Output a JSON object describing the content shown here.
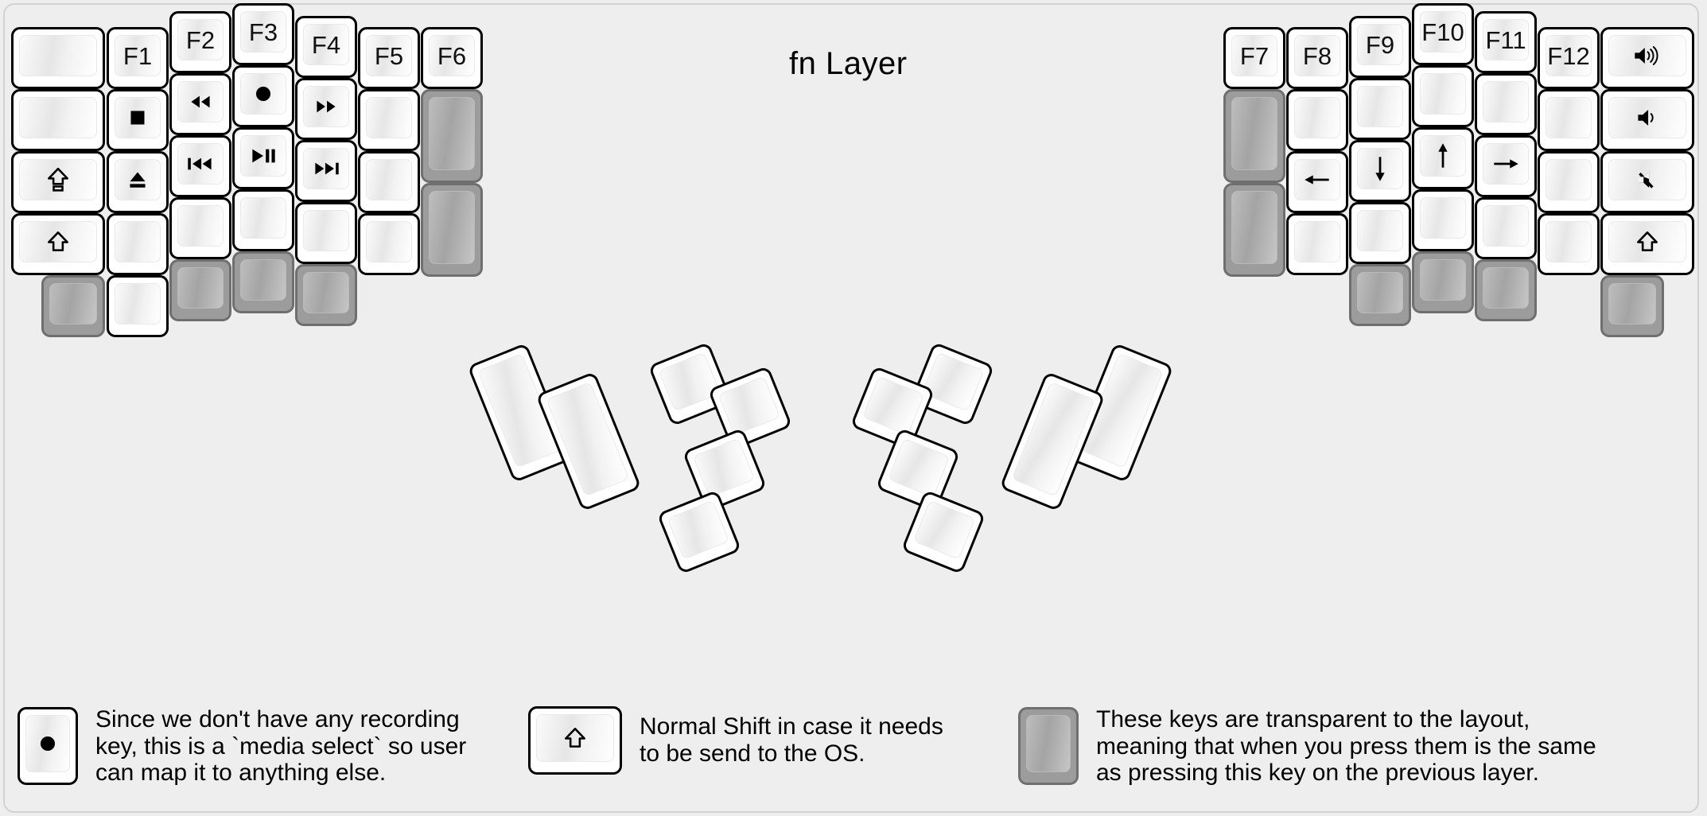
{
  "title": "fn Layer",
  "colors": {
    "background": "#eeeeee",
    "key_face": "#ffffff",
    "key_border": "#000000",
    "transparent_key": "#9c9c9c",
    "transparent_border": "#6f6f6f",
    "text": "#000000"
  },
  "left_half": {
    "columns": [
      {
        "name": "col-pinky-outer",
        "keys": [
          {
            "label": "",
            "icon": "",
            "type": "normal"
          },
          {
            "label": "",
            "icon": "",
            "type": "normal"
          },
          {
            "label": "",
            "icon": "caps-lock-icon",
            "type": "normal"
          },
          {
            "label": "",
            "icon": "shift-icon",
            "type": "normal"
          }
        ]
      },
      {
        "name": "col-pinky",
        "keys": [
          {
            "label": "F1",
            "icon": "",
            "type": "normal"
          },
          {
            "label": "",
            "icon": "media-stop-icon",
            "type": "normal"
          },
          {
            "label": "",
            "icon": "media-eject-icon",
            "type": "normal"
          },
          {
            "label": "",
            "icon": "",
            "type": "normal"
          },
          {
            "label": "",
            "icon": "",
            "type": "normal"
          }
        ],
        "extra_transparent_below_outer": true
      },
      {
        "name": "col-ring",
        "keys": [
          {
            "label": "F2",
            "icon": "",
            "type": "normal"
          },
          {
            "label": "",
            "icon": "media-rewind-icon",
            "type": "normal"
          },
          {
            "label": "",
            "icon": "media-previous-icon",
            "type": "normal"
          },
          {
            "label": "",
            "icon": "",
            "type": "normal"
          },
          {
            "label": "",
            "icon": "",
            "type": "transparent"
          }
        ]
      },
      {
        "name": "col-middle",
        "keys": [
          {
            "label": "F3",
            "icon": "",
            "type": "normal"
          },
          {
            "label": "",
            "icon": "media-record-icon",
            "type": "normal"
          },
          {
            "label": "",
            "icon": "media-play-pause-icon",
            "type": "normal"
          },
          {
            "label": "",
            "icon": "",
            "type": "normal"
          },
          {
            "label": "",
            "icon": "",
            "type": "transparent"
          }
        ]
      },
      {
        "name": "col-index",
        "keys": [
          {
            "label": "F4",
            "icon": "",
            "type": "normal"
          },
          {
            "label": "",
            "icon": "media-fast-forward-icon",
            "type": "normal"
          },
          {
            "label": "",
            "icon": "media-next-icon",
            "type": "normal"
          },
          {
            "label": "",
            "icon": "",
            "type": "normal"
          },
          {
            "label": "",
            "icon": "",
            "type": "transparent"
          }
        ]
      },
      {
        "name": "col-inner",
        "keys": [
          {
            "label": "F5",
            "icon": "",
            "type": "normal"
          },
          {
            "label": "",
            "icon": "",
            "type": "normal"
          },
          {
            "label": "",
            "icon": "",
            "type": "normal"
          },
          {
            "label": "",
            "icon": "",
            "type": "normal"
          }
        ]
      },
      {
        "name": "col-innermost",
        "keys": [
          {
            "label": "F6",
            "icon": "",
            "type": "normal"
          },
          {
            "label": "",
            "icon": "",
            "type": "transparent"
          },
          {
            "label": "",
            "icon": "",
            "type": "transparent"
          }
        ]
      }
    ],
    "thumb_cluster": [
      {
        "name": "thumb-l-1",
        "label": "",
        "icon": "",
        "type": "normal",
        "size": "2u"
      },
      {
        "name": "thumb-l-2",
        "label": "",
        "icon": "",
        "type": "normal",
        "size": "2u"
      },
      {
        "name": "thumb-l-3",
        "label": "",
        "icon": "",
        "type": "normal",
        "size": "1u"
      },
      {
        "name": "thumb-l-4",
        "label": "",
        "icon": "",
        "type": "normal",
        "size": "1u"
      },
      {
        "name": "thumb-l-5",
        "label": "",
        "icon": "",
        "type": "normal",
        "size": "1u"
      },
      {
        "name": "thumb-l-6",
        "label": "",
        "icon": "",
        "type": "normal",
        "size": "1u"
      }
    ]
  },
  "right_half": {
    "columns": [
      {
        "name": "col-innermost",
        "keys": [
          {
            "label": "F7",
            "icon": "",
            "type": "normal"
          },
          {
            "label": "",
            "icon": "",
            "type": "transparent"
          },
          {
            "label": "",
            "icon": "",
            "type": "transparent"
          }
        ]
      },
      {
        "name": "col-inner",
        "keys": [
          {
            "label": "F8",
            "icon": "",
            "type": "normal"
          },
          {
            "label": "",
            "icon": "",
            "type": "normal"
          },
          {
            "label": "",
            "icon": "arrow-left-icon",
            "type": "normal"
          },
          {
            "label": "",
            "icon": "",
            "type": "normal"
          }
        ]
      },
      {
        "name": "col-index",
        "keys": [
          {
            "label": "F9",
            "icon": "",
            "type": "normal"
          },
          {
            "label": "",
            "icon": "",
            "type": "normal"
          },
          {
            "label": "",
            "icon": "arrow-down-icon",
            "type": "normal"
          },
          {
            "label": "",
            "icon": "",
            "type": "normal"
          },
          {
            "label": "",
            "icon": "",
            "type": "transparent"
          }
        ]
      },
      {
        "name": "col-middle",
        "keys": [
          {
            "label": "F10",
            "icon": "",
            "type": "normal"
          },
          {
            "label": "",
            "icon": "",
            "type": "normal"
          },
          {
            "label": "",
            "icon": "arrow-up-icon",
            "type": "normal"
          },
          {
            "label": "",
            "icon": "",
            "type": "normal"
          },
          {
            "label": "",
            "icon": "",
            "type": "transparent"
          }
        ]
      },
      {
        "name": "col-ring",
        "keys": [
          {
            "label": "F11",
            "icon": "",
            "type": "normal"
          },
          {
            "label": "",
            "icon": "",
            "type": "normal"
          },
          {
            "label": "",
            "icon": "arrow-right-icon",
            "type": "normal"
          },
          {
            "label": "",
            "icon": "",
            "type": "normal"
          },
          {
            "label": "",
            "icon": "",
            "type": "transparent"
          }
        ]
      },
      {
        "name": "col-pinky",
        "keys": [
          {
            "label": "F12",
            "icon": "",
            "type": "normal"
          },
          {
            "label": "",
            "icon": "",
            "type": "normal"
          },
          {
            "label": "",
            "icon": "",
            "type": "normal"
          },
          {
            "label": "",
            "icon": "",
            "type": "normal"
          }
        ]
      },
      {
        "name": "col-pinky-outer",
        "keys": [
          {
            "label": "",
            "icon": "volume-up-icon",
            "type": "normal"
          },
          {
            "label": "",
            "icon": "volume-down-icon",
            "type": "normal"
          },
          {
            "label": "",
            "icon": "volume-mute-icon",
            "type": "normal"
          },
          {
            "label": "",
            "icon": "shift-icon",
            "type": "normal"
          },
          {
            "label": "",
            "icon": "",
            "type": "transparent"
          }
        ]
      }
    ],
    "thumb_cluster": [
      {
        "name": "thumb-r-1",
        "label": "",
        "icon": "",
        "type": "normal",
        "size": "1u"
      },
      {
        "name": "thumb-r-2",
        "label": "",
        "icon": "",
        "type": "normal",
        "size": "1u"
      },
      {
        "name": "thumb-r-3",
        "label": "",
        "icon": "",
        "type": "normal",
        "size": "1u"
      },
      {
        "name": "thumb-r-4",
        "label": "",
        "icon": "",
        "type": "normal",
        "size": "1u"
      },
      {
        "name": "thumb-r-5",
        "label": "",
        "icon": "",
        "type": "normal",
        "size": "2u"
      },
      {
        "name": "thumb-r-6",
        "label": "",
        "icon": "",
        "type": "normal",
        "size": "2u"
      }
    ]
  },
  "footer": {
    "items": [
      {
        "name": "legend-media-select",
        "key_icon": "media-record-icon",
        "key_type": "normal",
        "text": "Since we don't have any recording\nkey, this is a `media select` so user\ncan map it to anything else."
      },
      {
        "name": "legend-normal-shift",
        "key_icon": "shift-icon",
        "key_type": "normal",
        "text": "Normal Shift in case it needs\nto be send to the OS."
      },
      {
        "name": "legend-transparent",
        "key_icon": "",
        "key_type": "transparent",
        "text": "These keys are transparent to the layout,\nmeaning that when you press them is the same\nas pressing this key on the previous layer."
      }
    ]
  }
}
